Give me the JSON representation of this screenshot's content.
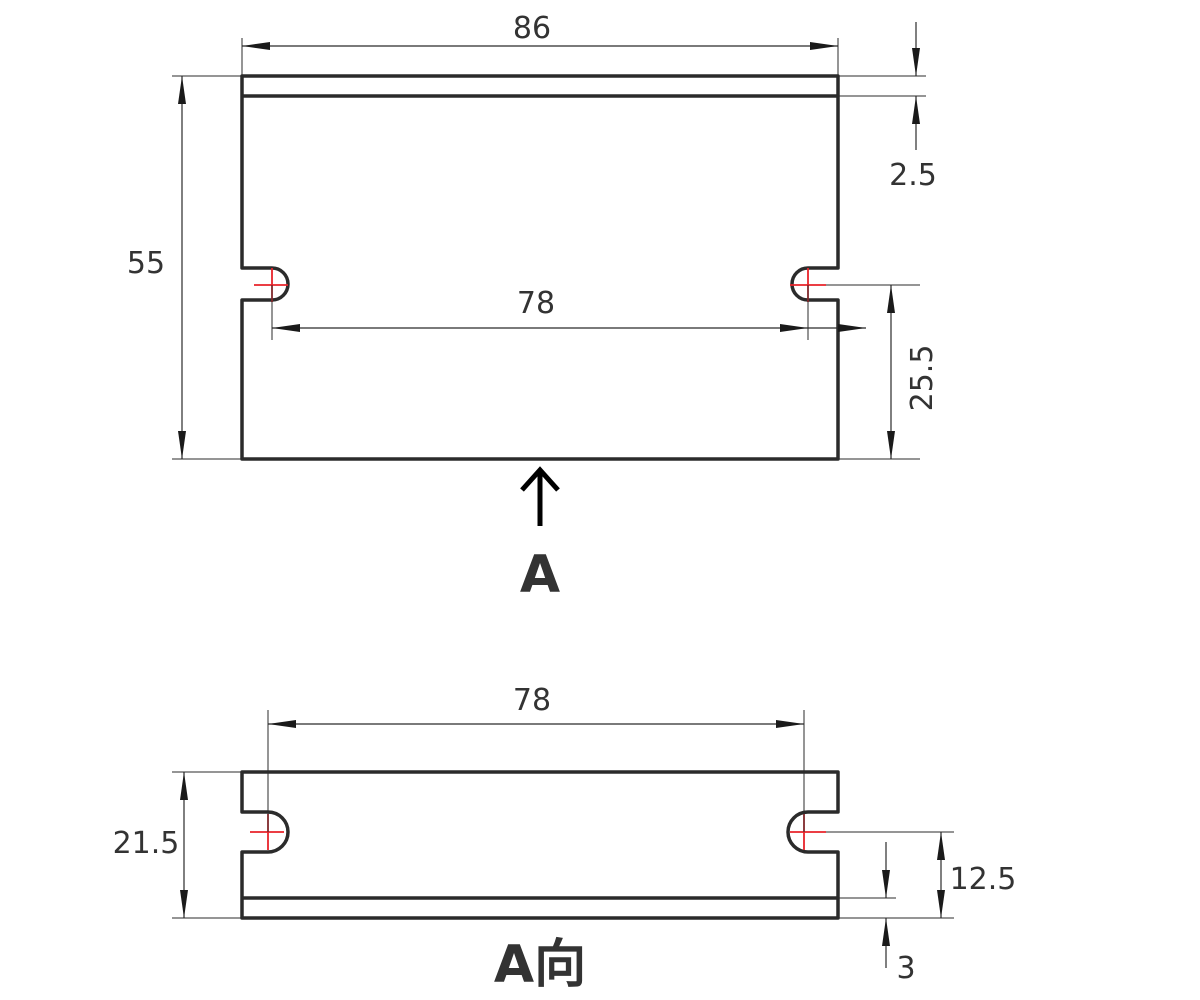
{
  "colors": {
    "outline": "#2b2b2b",
    "center_mark": "#e8232a",
    "text": "#333333"
  },
  "top_view": {
    "width_dim": "86",
    "height_dim": "55",
    "ledge_dim": "2.5",
    "slot_spacing_dim": "78",
    "slot_height_dim": "25.5",
    "view_marker": "A"
  },
  "side_view": {
    "slot_spacing_dim": "78",
    "height_dim": "21.5",
    "slot_height_dim": "12.5",
    "base_dim": "3",
    "view_label": "A向"
  }
}
